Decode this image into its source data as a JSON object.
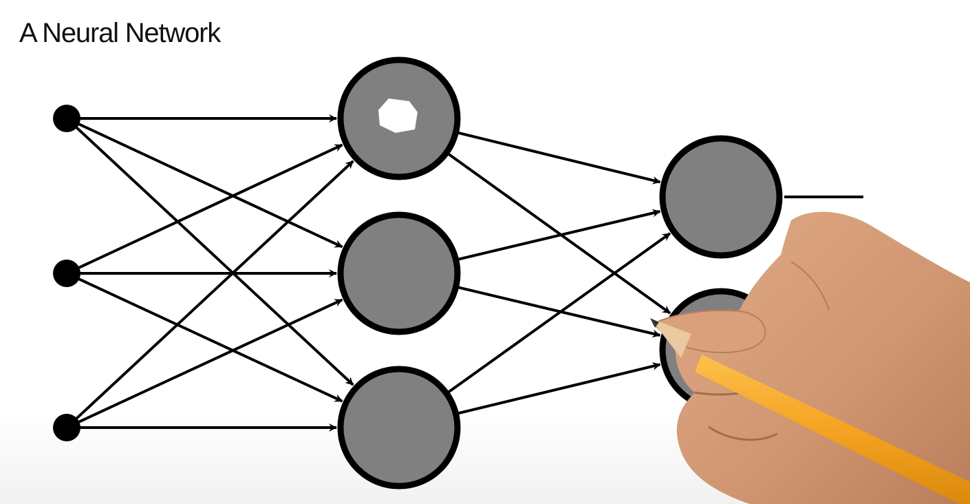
{
  "title": "A Neural Network",
  "colors": {
    "background": "#ffffff",
    "stroke": "#000000",
    "neuron_fill": "#808080",
    "input_node": "#000000",
    "pencil": "#f7a41d",
    "skin": "#d49a74"
  },
  "network": {
    "layers": [
      {
        "role": "input",
        "count": 3
      },
      {
        "role": "hidden",
        "count": 3
      },
      {
        "role": "output",
        "count": 2
      }
    ]
  },
  "illustration": {
    "icon": "hand-drawing-with-pencil"
  }
}
